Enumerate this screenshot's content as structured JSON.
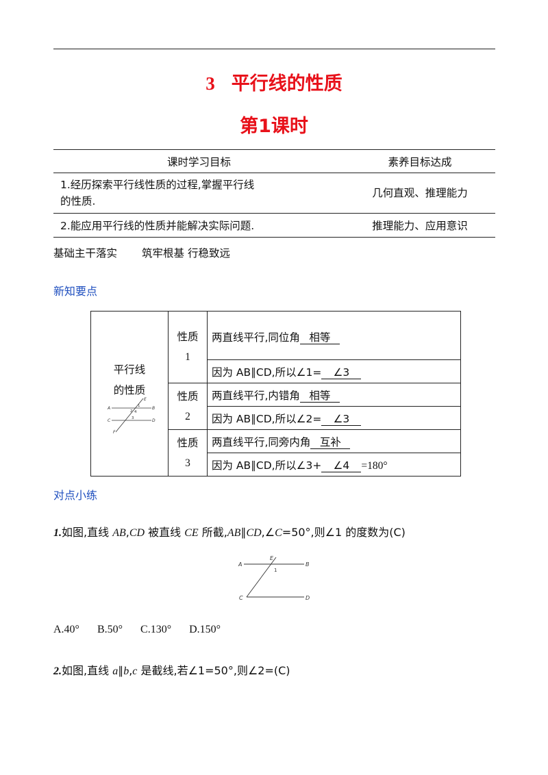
{
  "title": {
    "number": "3",
    "text": "平行线的性质"
  },
  "subtitle": {
    "text": "第1课时"
  },
  "goals_table": {
    "headers": [
      "课时学习目标",
      "素养目标达成"
    ],
    "rows": [
      {
        "goal_line1": "1.经历探索平行线性质的过程,掌握平行线",
        "goal_line2": "的性质.",
        "competence": "几何直观、推理能力"
      },
      {
        "goal_line1": "2.能应用平行线的性质并能解决实际问题.",
        "competence": "推理能力、应用意识"
      }
    ]
  },
  "banner": {
    "left": "基础主干落实",
    "right": "筑牢根基  行稳致远"
  },
  "section1": "新知要点",
  "properties": {
    "row_header_line1": "平行线",
    "row_header_line2": "的性质",
    "figure_labels": {
      "A": "A",
      "B": "B",
      "C": "C",
      "D": "D",
      "E": "E",
      "F": "F",
      "n1": "1",
      "n2": "2",
      "n3": "3",
      "n4": "4"
    },
    "items": [
      {
        "name": "性质",
        "index": "1",
        "statement": "两直线平行,同位角",
        "statement_blank": "相等",
        "reason": "因为 AB∥CD,所以∠1=",
        "reason_blank": "∠3",
        "reason_tail": ""
      },
      {
        "name": "性质",
        "index": "2",
        "statement": "两直线平行,内错角",
        "statement_blank": "相等",
        "reason": "因为 AB∥CD,所以∠2=",
        "reason_blank": "∠3",
        "reason_tail": ""
      },
      {
        "name": "性质",
        "index": "3",
        "statement": "两直线平行,同旁内角",
        "statement_blank": "互补",
        "reason": "因为 AB∥CD,所以∠3+",
        "reason_blank": "∠4",
        "reason_tail": "=180°"
      }
    ]
  },
  "section2": "对点小练",
  "question1": {
    "number": "1.",
    "t1": "如图,直线 ",
    "AB": "AB",
    "t2": ",",
    "CD": "CD",
    "t3": " 被直线 ",
    "CE": "CE",
    "t4": " 所截,",
    "AB2": "AB",
    "t5": "∥",
    "CD2": "CD",
    "t6": ",∠",
    "C": "C",
    "t7": "=50°,则∠1 的度数为(C)",
    "figure_labels": {
      "A": "A",
      "B": "B",
      "C": "C",
      "D": "D",
      "E": "E",
      "n1": "1"
    },
    "options": [
      "A.40°",
      "B.50°",
      "C.130°",
      "D.150°"
    ]
  },
  "question2": {
    "number": "2.",
    "t1": "如图,直线 ",
    "a": "a",
    "t2": "∥",
    "b": "b",
    "t3": ",",
    "c": "c",
    "t4": " 是截线,若∠1=50°,则∠2=(C)"
  }
}
